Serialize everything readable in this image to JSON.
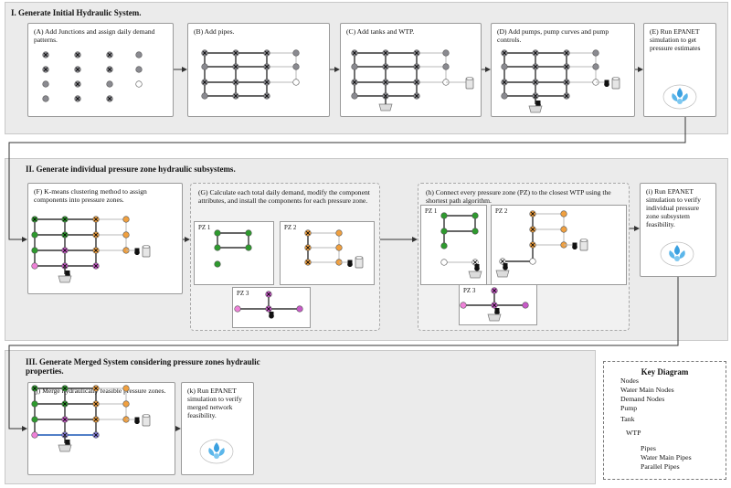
{
  "sections": [
    {
      "title": "I. Generate Initial Hydraulic System."
    },
    {
      "title": "II. Generate individual pressure zone hydraulic subsystems."
    },
    {
      "title": "III. Generate Merged System considering pressure zones hydraulic properties."
    }
  ],
  "steps": {
    "A": "(A) Add Junctions and assign daily demand patterns.",
    "B": "(B) Add pipes.",
    "C": "(C) Add tanks and WTP.",
    "D": "(D) Add pumps, pump curves and pump controls.",
    "E": "(E) Run EPANET simulation to get pressure estimates",
    "F": "(F) K-means clustering method to assign components into pressure zones.",
    "G": "(G) Calculate each total daily demand, modify the component attributes, and install the components for each pressure zone.",
    "H": "(h) Connect every pressure zone (PZ) to the closest WTP using the shortest path algorithm.",
    "I": "(i) Run EPANET simulation to verify individual pressure zone subsystem feasibility.",
    "J": "(j) Merge hydraulically feasible pressure zones.",
    "K": "(k) Run EPANET simulation to verify merged network feasibility."
  },
  "pz_labels": [
    "PZ 1",
    "PZ 2",
    "PZ 3"
  ],
  "legend": {
    "title": "Key Diagram",
    "items": [
      "Nodes",
      "Water Main Nodes",
      "Demand Nodes",
      "Pump",
      "Tank",
      "WTP",
      "Pipes",
      "Water Main Pipes",
      "Parallel Pipes"
    ]
  },
  "colors": {
    "band": "#ebebeb",
    "demand_node": "#8a8a90",
    "zone_green": "#2e9a2e",
    "zone_orange": "#f0a040",
    "zone_magenta": "#c85ac8",
    "zone_pink": "#ee82d8",
    "zone_purple": "#8c82e0",
    "parallel_pipe": "#3a78d8",
    "epanet_blue": "#3aa0e0"
  }
}
